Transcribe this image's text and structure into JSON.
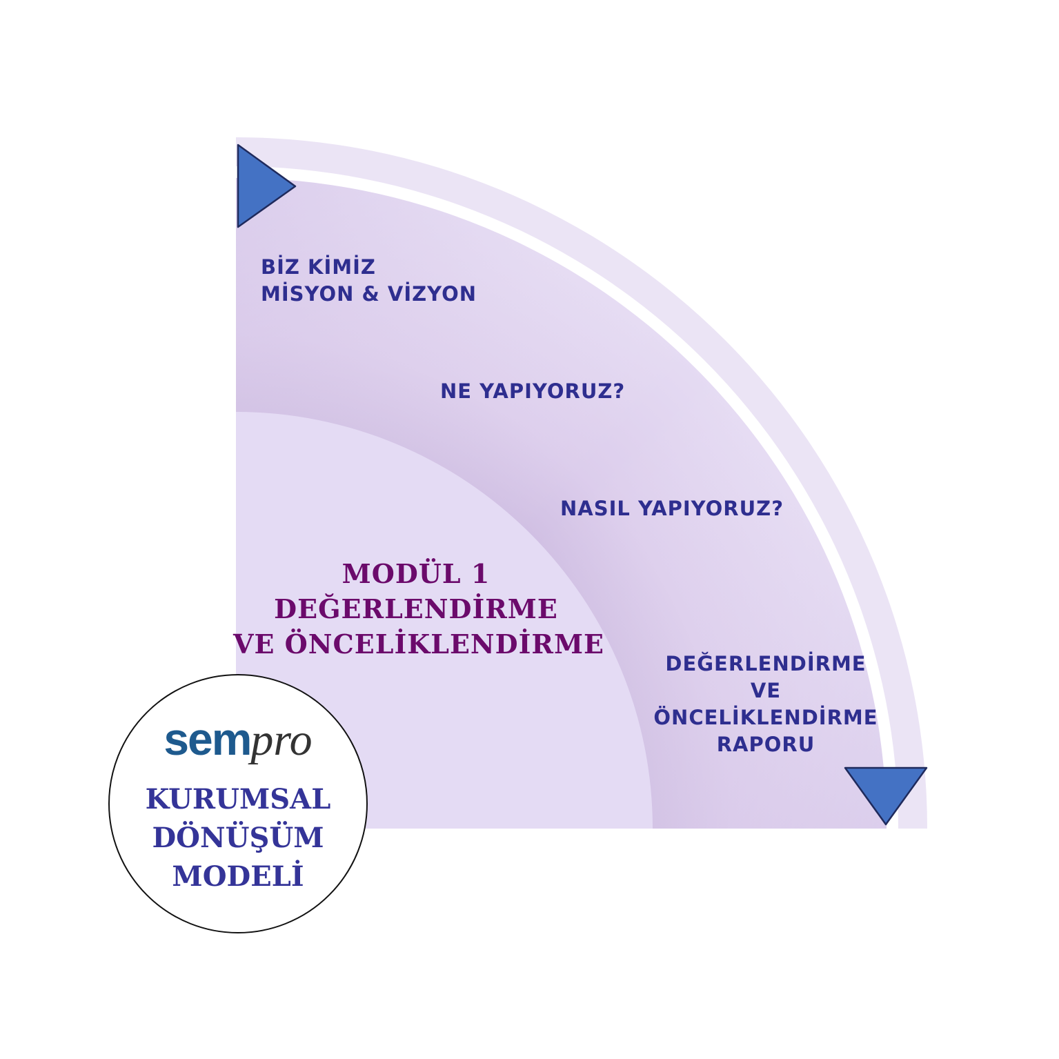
{
  "diagram": {
    "colors": {
      "outer_band": "#ebe4f5",
      "band_light": "#e4daf3",
      "band_dark": "#d0bfe3",
      "inner_quadrant": "#e4dbf4",
      "arrow_fill": "#4472c4",
      "arrow_stroke": "#1f2a5c",
      "step_text": "#2e2e8f",
      "module_text": "#6b0a6b",
      "badge_text": "#343498"
    },
    "icons": {
      "start_arrow": "right-triangle-icon",
      "end_arrow": "down-triangle-icon"
    },
    "steps": {
      "step1": {
        "line1": "BİZ KİMİZ",
        "line2": "MİSYON & VİZYON"
      },
      "step2": {
        "line1": "NE YAPIYORUZ?"
      },
      "step3": {
        "line1": "NASIL YAPIYORUZ?"
      },
      "step4": {
        "line1": "DEĞERLENDİRME",
        "line2": "VE",
        "line3": "ÖNCELİKLENDİRME",
        "line4": "RAPORU"
      }
    },
    "module": {
      "line1": "MODÜL 1",
      "line2": "DEĞERLENDİRME",
      "line3": "VE ÖNCELİKLENDİRME"
    }
  },
  "badge": {
    "logo": {
      "part1": "sem",
      "part2": "pro"
    },
    "title": {
      "line1": "KURUMSAL",
      "line2": "DÖNÜŞÜM",
      "line3": "MODELİ"
    }
  }
}
